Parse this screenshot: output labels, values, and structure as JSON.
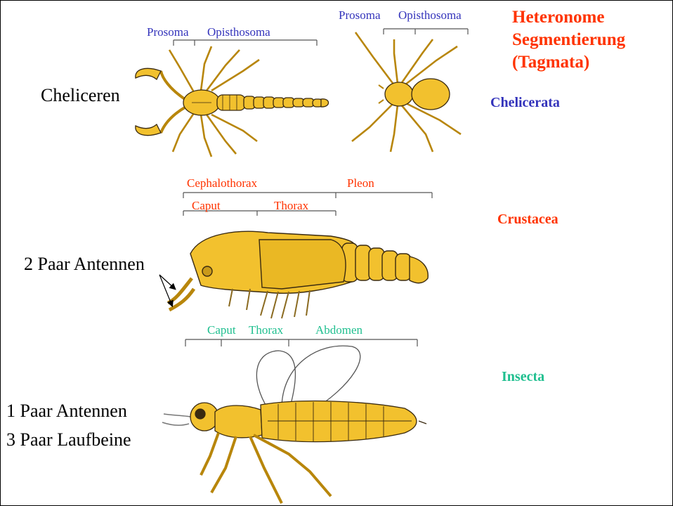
{
  "title": {
    "line1": "Heteronome",
    "line2": "Segmentierung",
    "line3": "(Tagmata)"
  },
  "groups": {
    "chelicerata": "Chelicerata",
    "crustacea": "Crustacea",
    "insecta": "Insecta"
  },
  "scorpion": {
    "prosoma": "Prosoma",
    "opisthosoma": "Opisthosoma"
  },
  "spider": {
    "prosoma": "Prosoma",
    "opisthosoma": "Opisthosoma"
  },
  "cheliceren": "Cheliceren",
  "crustacean": {
    "cephalothorax": "Cephalothorax",
    "pleon": "Pleon",
    "caput": "Caput",
    "thorax": "Thorax",
    "antennae_note": "2 Paar Antennen"
  },
  "insect": {
    "caput": "Caput",
    "thorax": "Thorax",
    "abdomen": "Abdomen",
    "antennae_note": "1 Paar Antennen",
    "legs_note": "3 Paar Laufbeine"
  },
  "colors": {
    "title": "#ff3300",
    "chelicerata": "#3333bb",
    "crustacea": "#ff3300",
    "insecta": "#1fbf8f",
    "body_fill": "#f2c12e",
    "outline": "#3a2a10"
  }
}
